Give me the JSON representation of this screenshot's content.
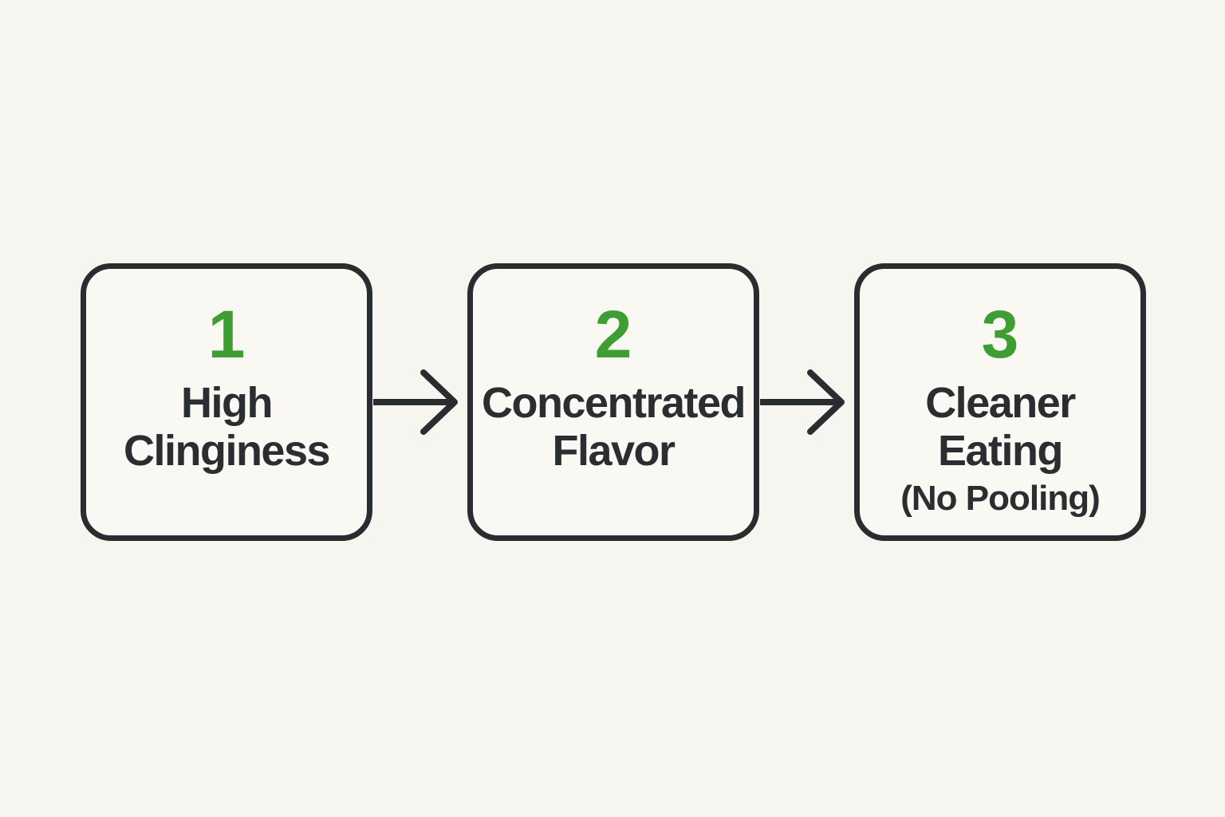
{
  "colors": {
    "background": "#f7f5f0",
    "box_bg": "#f9f8f3",
    "box_border": "#2a2d2f",
    "text": "#2b2e30",
    "accent_green": "#3f9e33",
    "arrow": "#2a2d2f"
  },
  "icons": {
    "flow_arrow": "arrow-right"
  },
  "steps": [
    {
      "number": "1",
      "line1": "High",
      "line2": "Clinginess",
      "subline": ""
    },
    {
      "number": "2",
      "line1": "Concentrated",
      "line2": "Flavor",
      "subline": ""
    },
    {
      "number": "3",
      "line1": "Cleaner",
      "line2": "Eating",
      "subline": "(No Pooling)"
    }
  ]
}
